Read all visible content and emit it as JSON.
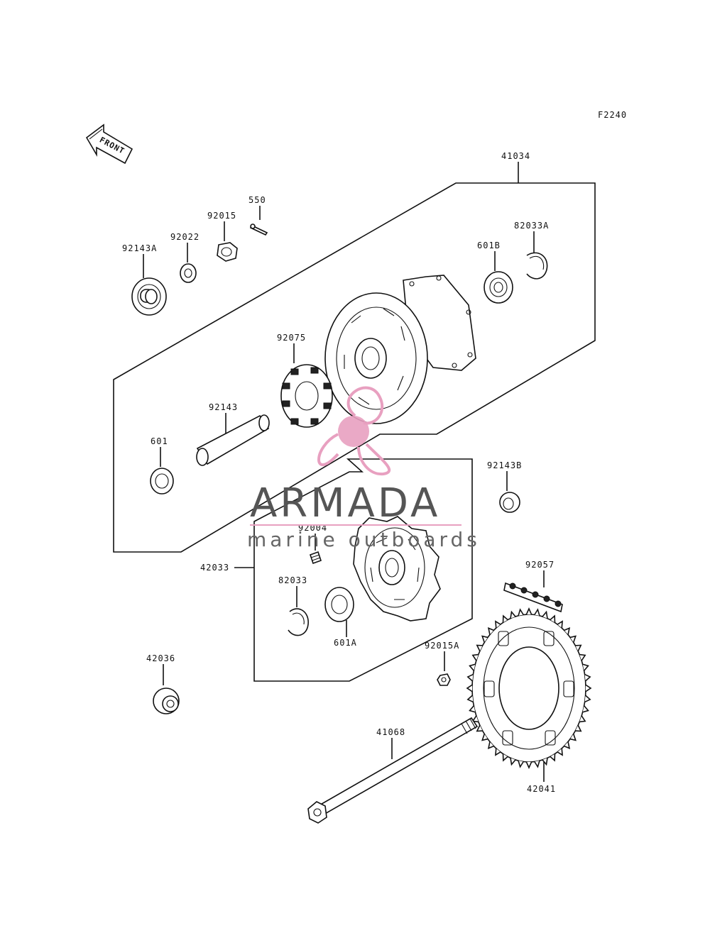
{
  "figure_code": "F2240",
  "front_arrow_text": "FRONT",
  "watermark": {
    "brand": "ARMADA",
    "tagline": "marine outboards",
    "color": "#e8a0c0"
  },
  "part_labels": {
    "p41034": "41034",
    "p550": "550",
    "p92015": "92015",
    "p92022": "92022",
    "p92143A": "92143A",
    "p6018": "601B",
    "p82033A": "82033A",
    "p92075": "92075",
    "p92143": "92143",
    "p601": "601",
    "p92143B": "92143B",
    "p92004": "92004",
    "p42033": "42033",
    "p82033": "82033",
    "p601A": "601A",
    "p92057": "92057",
    "p92015A": "92015A",
    "p42036": "42036",
    "p41068": "41068",
    "p42041": "42041"
  }
}
